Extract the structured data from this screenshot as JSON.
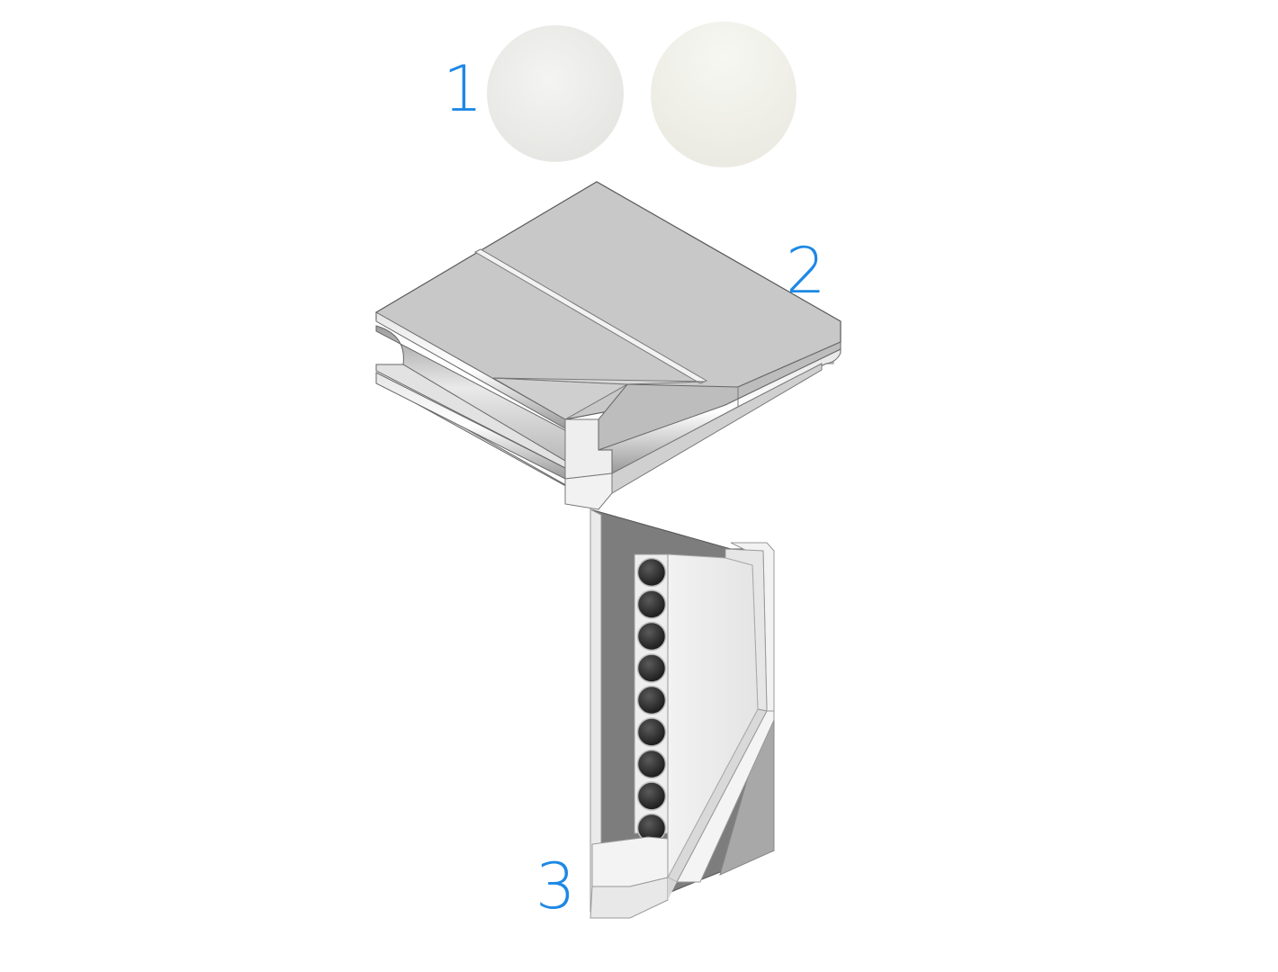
{
  "labels": {
    "one": "1",
    "two": "2",
    "three": "3"
  },
  "colors": {
    "callout": "#1e88e5",
    "panel_top": "#c9c9c9",
    "panel_edge": "#5a5a5a",
    "frame_dark": "#7a7a7a",
    "swatch_a": "#ededeb",
    "swatch_b": "#f0f0ea"
  },
  "core_holes": 9
}
